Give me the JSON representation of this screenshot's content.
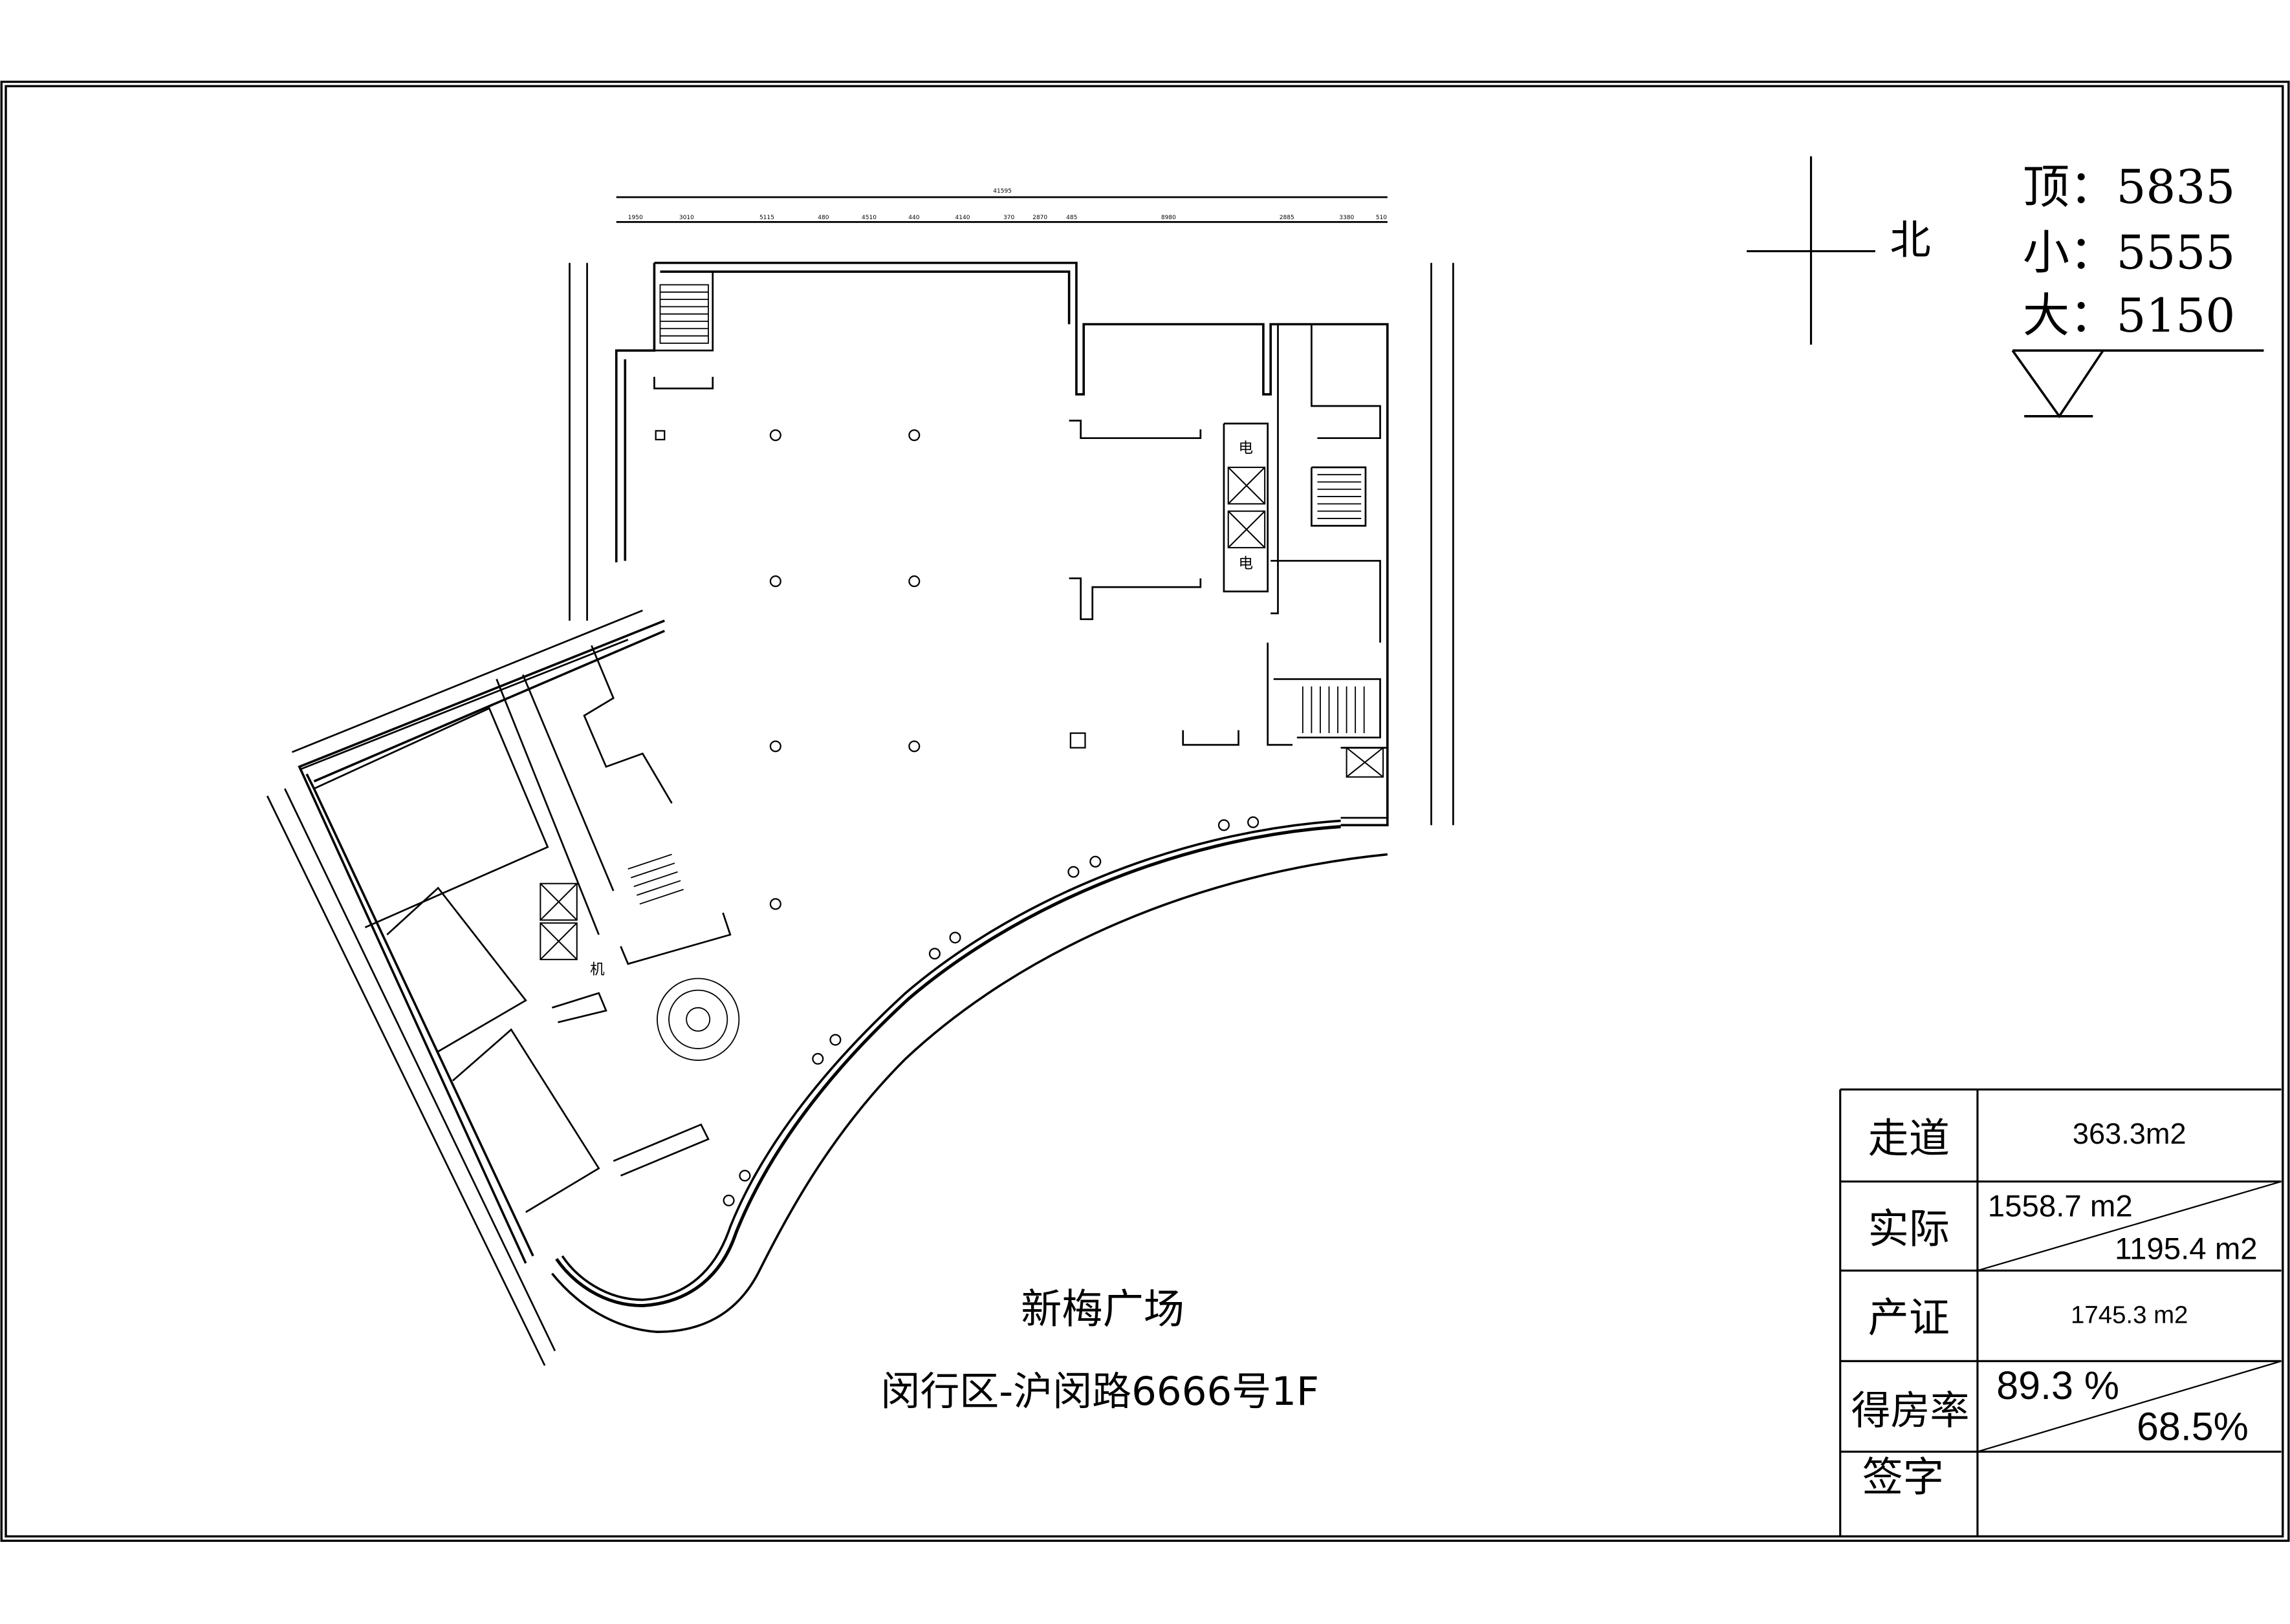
{
  "project": {
    "name": "新梅广场",
    "address": "闵行区-沪闵路6666号1F"
  },
  "north": {
    "label": "北"
  },
  "elevations": [
    {
      "label": "顶：",
      "value": "5835"
    },
    {
      "label": "小：",
      "value": "5555"
    },
    {
      "label": "大：",
      "value": "5150"
    }
  ],
  "plan_labels": {
    "elevator_1": "电",
    "elevator_2": "电",
    "machine_room": "机"
  },
  "dimensions": {
    "total": "41595",
    "segments": [
      "1950",
      "3010",
      "5115",
      "480",
      "4510",
      "440",
      "4140",
      "370",
      "2870",
      "485",
      "8980",
      "2885",
      "3380",
      "510"
    ]
  },
  "area_table": {
    "rows": [
      {
        "label": "走道",
        "value": "363.3m2"
      },
      {
        "label": "实际",
        "value_top": "1558.7 m2",
        "value_bottom": "1195.4 m2"
      },
      {
        "label": "产证",
        "value": "1745.3 m2"
      },
      {
        "label": "得房率",
        "value_top": "89.3 %",
        "value_bottom": "68.5%"
      },
      {
        "label": "签字",
        "value": ""
      }
    ]
  }
}
